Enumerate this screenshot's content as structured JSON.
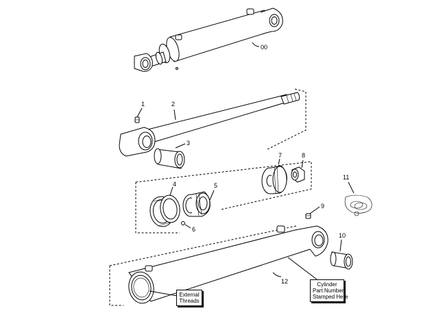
{
  "part_labels": {
    "p00": "00",
    "p1": "1",
    "p2": "2",
    "p3": "3",
    "p4": "4",
    "p5": "5",
    "p6": "6",
    "p7": "7",
    "p8": "8",
    "p9": "9",
    "p10": "10",
    "p11": "11",
    "p12": "12"
  },
  "callouts": {
    "external_threads": {
      "line1": "External",
      "line2": "Threads"
    },
    "part_number": {
      "line1": "Cylinder",
      "line2": "Part Number",
      "line3": "Stamped Here"
    }
  }
}
